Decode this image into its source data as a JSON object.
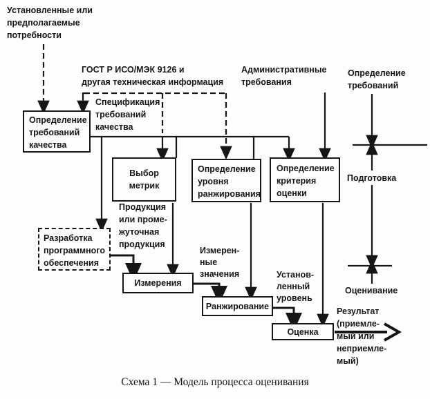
{
  "diagram": {
    "caption": "Схема 1 — Модель процесса оценивания",
    "colors": {
      "ink": "#161616",
      "background": "#fdfdfc"
    },
    "labels": {
      "needs": [
        "Установленные или",
        "предполагаемые",
        "потребности"
      ],
      "gost": [
        "ГОСТ Р ИСО/МЭК 9126 и",
        "другая техническая информация"
      ],
      "spec": [
        "Спецификация",
        "требований",
        "качества"
      ],
      "admin": [
        "Административные",
        "требования"
      ],
      "def_req": [
        "Определение",
        "требований"
      ],
      "podgotovka": "Подготовка",
      "production": [
        "Продукция",
        "или проме-",
        "жуточная",
        "продукция"
      ],
      "measured": [
        "Измерен-",
        "ные",
        "значения"
      ],
      "ustanov": [
        "Установ-",
        "ленный",
        "уровень"
      ],
      "ocenivanie": "Оценивание",
      "result": [
        "Результат",
        "(приемле-",
        "мый или",
        "неприемле-",
        "мый)"
      ]
    },
    "boxes": {
      "req_quality": [
        "Определение",
        "требований",
        "качества"
      ],
      "metrics": [
        "Выбор",
        "метрик"
      ],
      "rank_level": [
        "Определение",
        "уровня",
        "ранжирования"
      ],
      "criteria": [
        "Определение",
        "критерия",
        "оценки"
      ],
      "software": [
        "Разработка",
        "программного",
        "обеспечения"
      ],
      "measure": "Измерения",
      "ranking": "Ранжирование",
      "evaluation": "Оценка"
    }
  }
}
